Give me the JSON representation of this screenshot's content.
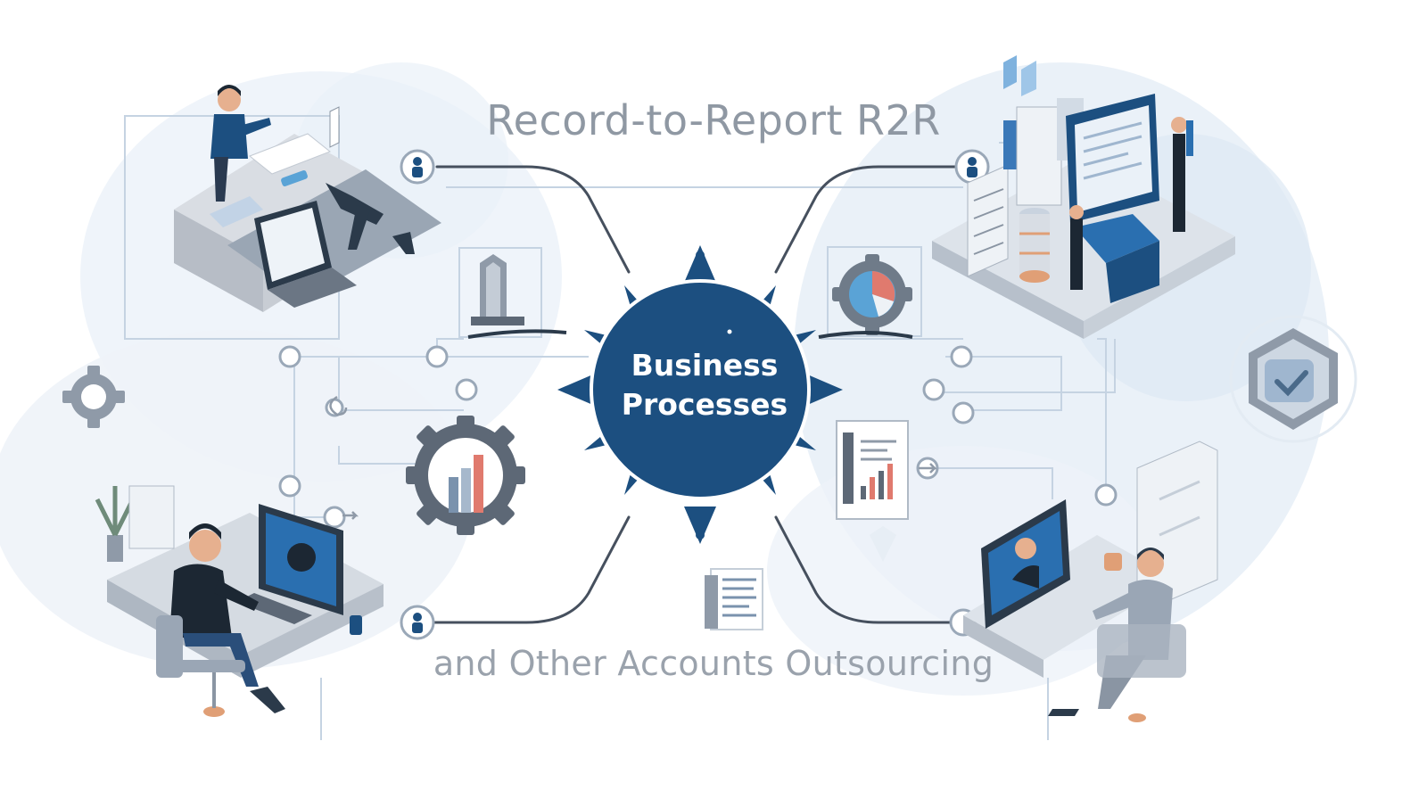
{
  "diagram": {
    "title": "Record-to-Report R2R",
    "subtitle": "and Other Accounts Outsourcing",
    "center_label_lines": [
      "Business",
      "Processes"
    ]
  },
  "colors": {
    "primary_navy": "#1c4f80",
    "accent_blue": "#2a6fb0",
    "text_gray": "#8f98a3",
    "connector_gray": "#46505e",
    "light_blue_wash": "#e3edf7",
    "orange_accent": "#e0a074",
    "red_bar": "#e07a6e"
  },
  "icons": [
    "office-worker-desk-illustration",
    "server-dashboard-illustration",
    "computer-user-illustration",
    "video-call-worker-illustration",
    "gear-chart-icon",
    "gear-pie-chart-icon",
    "bar-chart-report-icon",
    "document-icon",
    "shield-check-icon",
    "gear-icon",
    "node-person-icon"
  ]
}
